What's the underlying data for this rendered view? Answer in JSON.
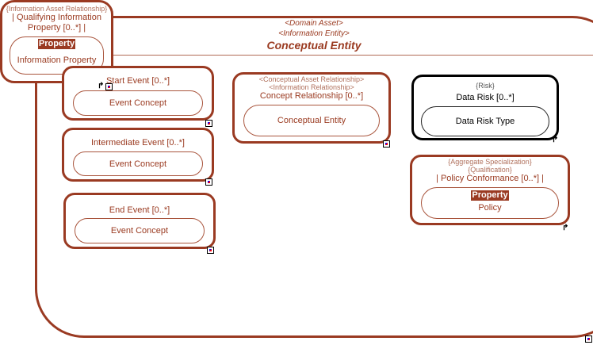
{
  "container": {
    "stereotypes": [
      "<Domain Asset>",
      "<Information Entity>"
    ],
    "title": "Conceptual Entity"
  },
  "qualifying_info": {
    "stereotype": "{Information Asset Relationship}",
    "name": "| Qualifying Information Property [0..*] |",
    "badge": "Property",
    "inner": "Information Property"
  },
  "events": [
    {
      "name": "Start Event [0..*]",
      "inner": "Event Concept"
    },
    {
      "name": "Intermediate Event [0..*]",
      "inner": "Event Concept"
    },
    {
      "name": "End Event [0..*]",
      "inner": "Event Concept"
    }
  ],
  "concept_relationship": {
    "stereotypes": [
      "<Conceptual Asset Relationship>",
      "<Information Relationship>"
    ],
    "name": "Concept Relationship [0..*]",
    "inner": "Conceptual Entity"
  },
  "data_risk": {
    "stereotype": "{Risk}",
    "name": "Data Risk [0..*]",
    "inner": "Data Risk Type"
  },
  "policy": {
    "stereotypes": [
      "{Aggregate Specialization}",
      "{Qualification}"
    ],
    "name": "| Policy Conformance [0..*] |",
    "badge": "Property",
    "inner": "Policy"
  },
  "colors": {
    "accent": "#9a3a22",
    "risk": "#000000"
  }
}
